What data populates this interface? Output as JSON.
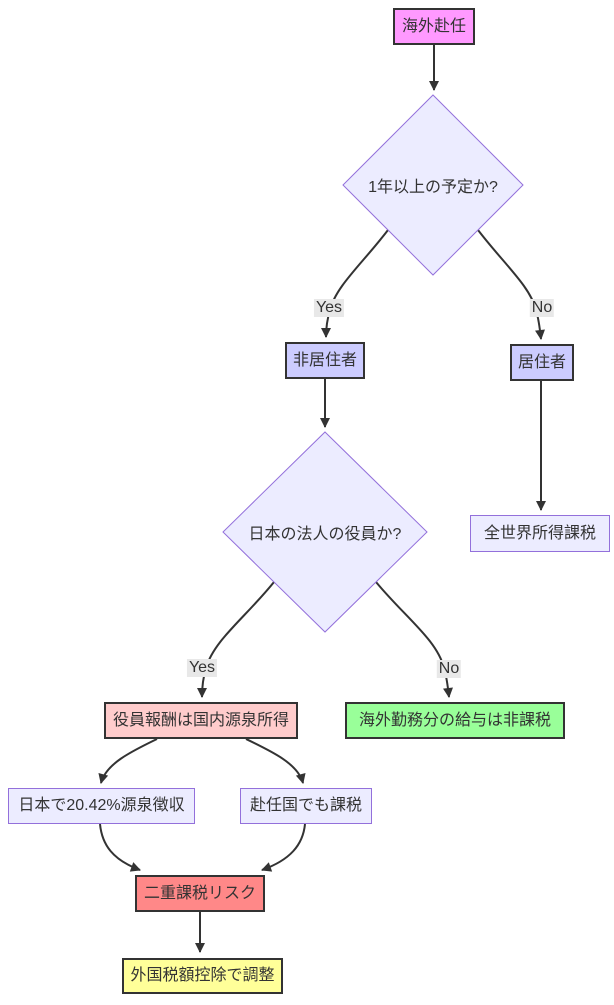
{
  "diagram": {
    "type": "flowchart",
    "background": "#ffffff",
    "text_color": "#333333",
    "edge_color": "#333333",
    "edge_label_background": "#e8e8e8",
    "nodes": {
      "start": {
        "label": "海外赴任",
        "fill": "#ff99ff",
        "stroke": "#333333"
      },
      "decision1": {
        "label": "1年以上の予定か?",
        "fill": "#ececff",
        "stroke": "#9370db"
      },
      "nonresident": {
        "label": "非居住者",
        "fill": "#ccccff",
        "stroke": "#333333"
      },
      "resident": {
        "label": "居住者",
        "fill": "#ccccff",
        "stroke": "#333333"
      },
      "worldwide_tax": {
        "label": "全世界所得課税",
        "fill": "#ececff",
        "stroke": "#9370db"
      },
      "decision2": {
        "label": "日本の法人の役員か?",
        "fill": "#ececff",
        "stroke": "#9370db"
      },
      "officer_pay": {
        "label": "役員報酬は国内源泉所得",
        "fill": "#ffcccc",
        "stroke": "#333333"
      },
      "overseas_pay_exempt": {
        "label": "海外勤務分の給与は非課税",
        "fill": "#99ff99",
        "stroke": "#333333"
      },
      "jp_withholding": {
        "label": "日本で20.42%源泉徴収",
        "fill": "#ececff",
        "stroke": "#9370db"
      },
      "host_country_tax": {
        "label": "赴任国でも課税",
        "fill": "#ececff",
        "stroke": "#9370db"
      },
      "double_tax_risk": {
        "label": "二重課税リスク",
        "fill": "#ff8888",
        "stroke": "#333333"
      },
      "foreign_tax_credit": {
        "label": "外国税額控除で調整",
        "fill": "#ffff99",
        "stroke": "#333333"
      }
    },
    "edge_labels": {
      "decision1_yes": "Yes",
      "decision1_no": "No",
      "decision2_yes": "Yes",
      "decision2_no": "No"
    }
  }
}
